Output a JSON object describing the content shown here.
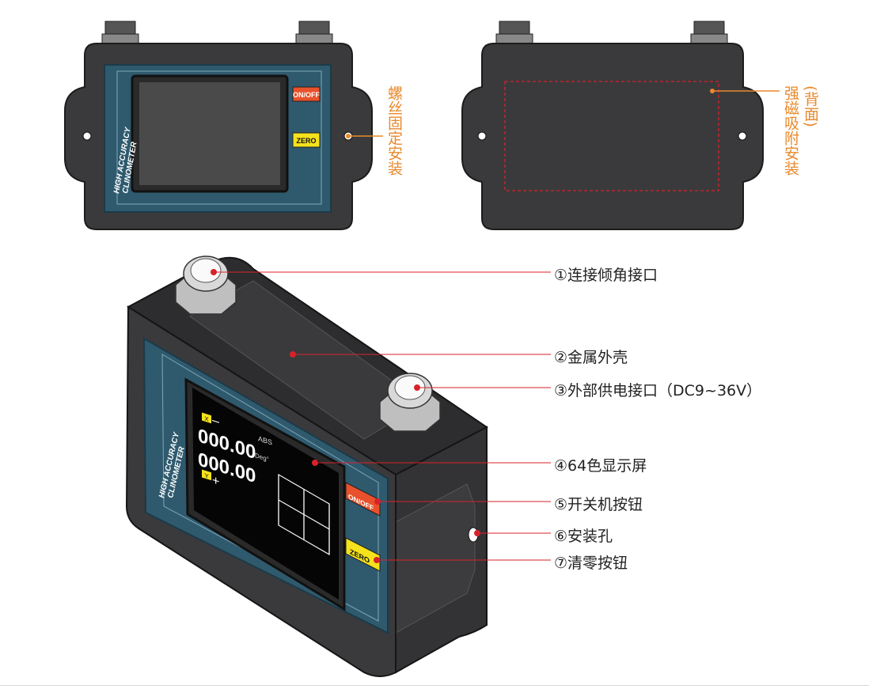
{
  "device": {
    "brand_text_line1": "HIGH ACCURACY",
    "brand_text_line2": "CLINOMETER",
    "on_off_label": "ON/OFF",
    "zero_label": "ZERO"
  },
  "front_view": {
    "side_label": "螺丝固定安装"
  },
  "back_view": {
    "side_label_paren": "(背面)",
    "side_label": "强磁吸附安装"
  },
  "display": {
    "x_badge": "X",
    "x_sign": "–",
    "x_value": "000.00",
    "y_badge": "Y",
    "y_sign": "+",
    "y_value": "000.00",
    "mode": "ABS",
    "unit": "Deg°"
  },
  "callouts": [
    {
      "label": "①连接倾角接口"
    },
    {
      "label": "②金属外壳"
    },
    {
      "label": "③外部供电接口（DC9~36V）"
    },
    {
      "label": "④64色显示屏"
    },
    {
      "label": "⑤开关机按钮"
    },
    {
      "label": "⑥安装孔"
    },
    {
      "label": "⑦清零按钮"
    }
  ],
  "colors": {
    "body": "#3a3a3c",
    "panel": "#2f5a6e",
    "on_off": "#e8512b",
    "zero": "#f5e21c",
    "label_orange": "#e8892b",
    "leader_red": "#d8222a"
  }
}
